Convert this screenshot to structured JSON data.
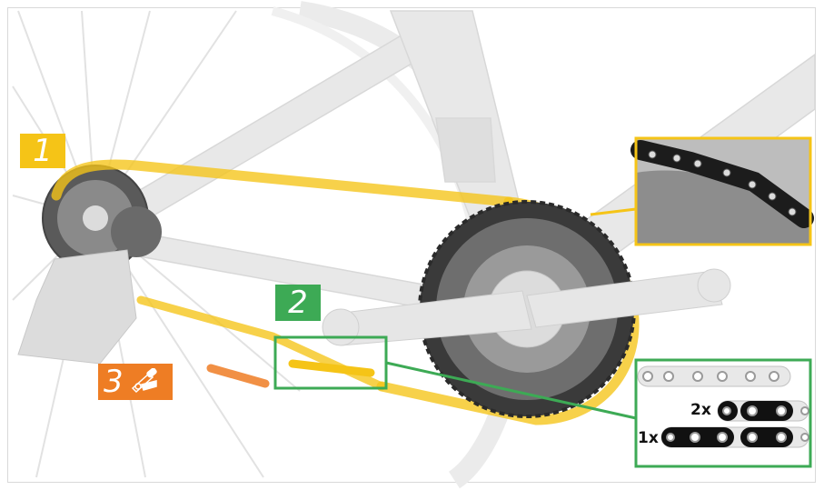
{
  "steps": [
    {
      "number": "1",
      "color": "#f5c417"
    },
    {
      "number": "2",
      "color": "#3daa55"
    },
    {
      "number": "3",
      "color": "#ee7d24",
      "icon": "chain-tool-icon"
    }
  ],
  "link_callouts": {
    "double": "2x",
    "single": "1x"
  },
  "colors": {
    "chain_highlight": "#f5c417",
    "detail_frame_chain": "#f5c417",
    "detail_frame_links": "#3daa55",
    "measure_mark": "#ee7d24",
    "bike_frame": "#e6e6e6",
    "chainring": "#3a3a3a"
  }
}
